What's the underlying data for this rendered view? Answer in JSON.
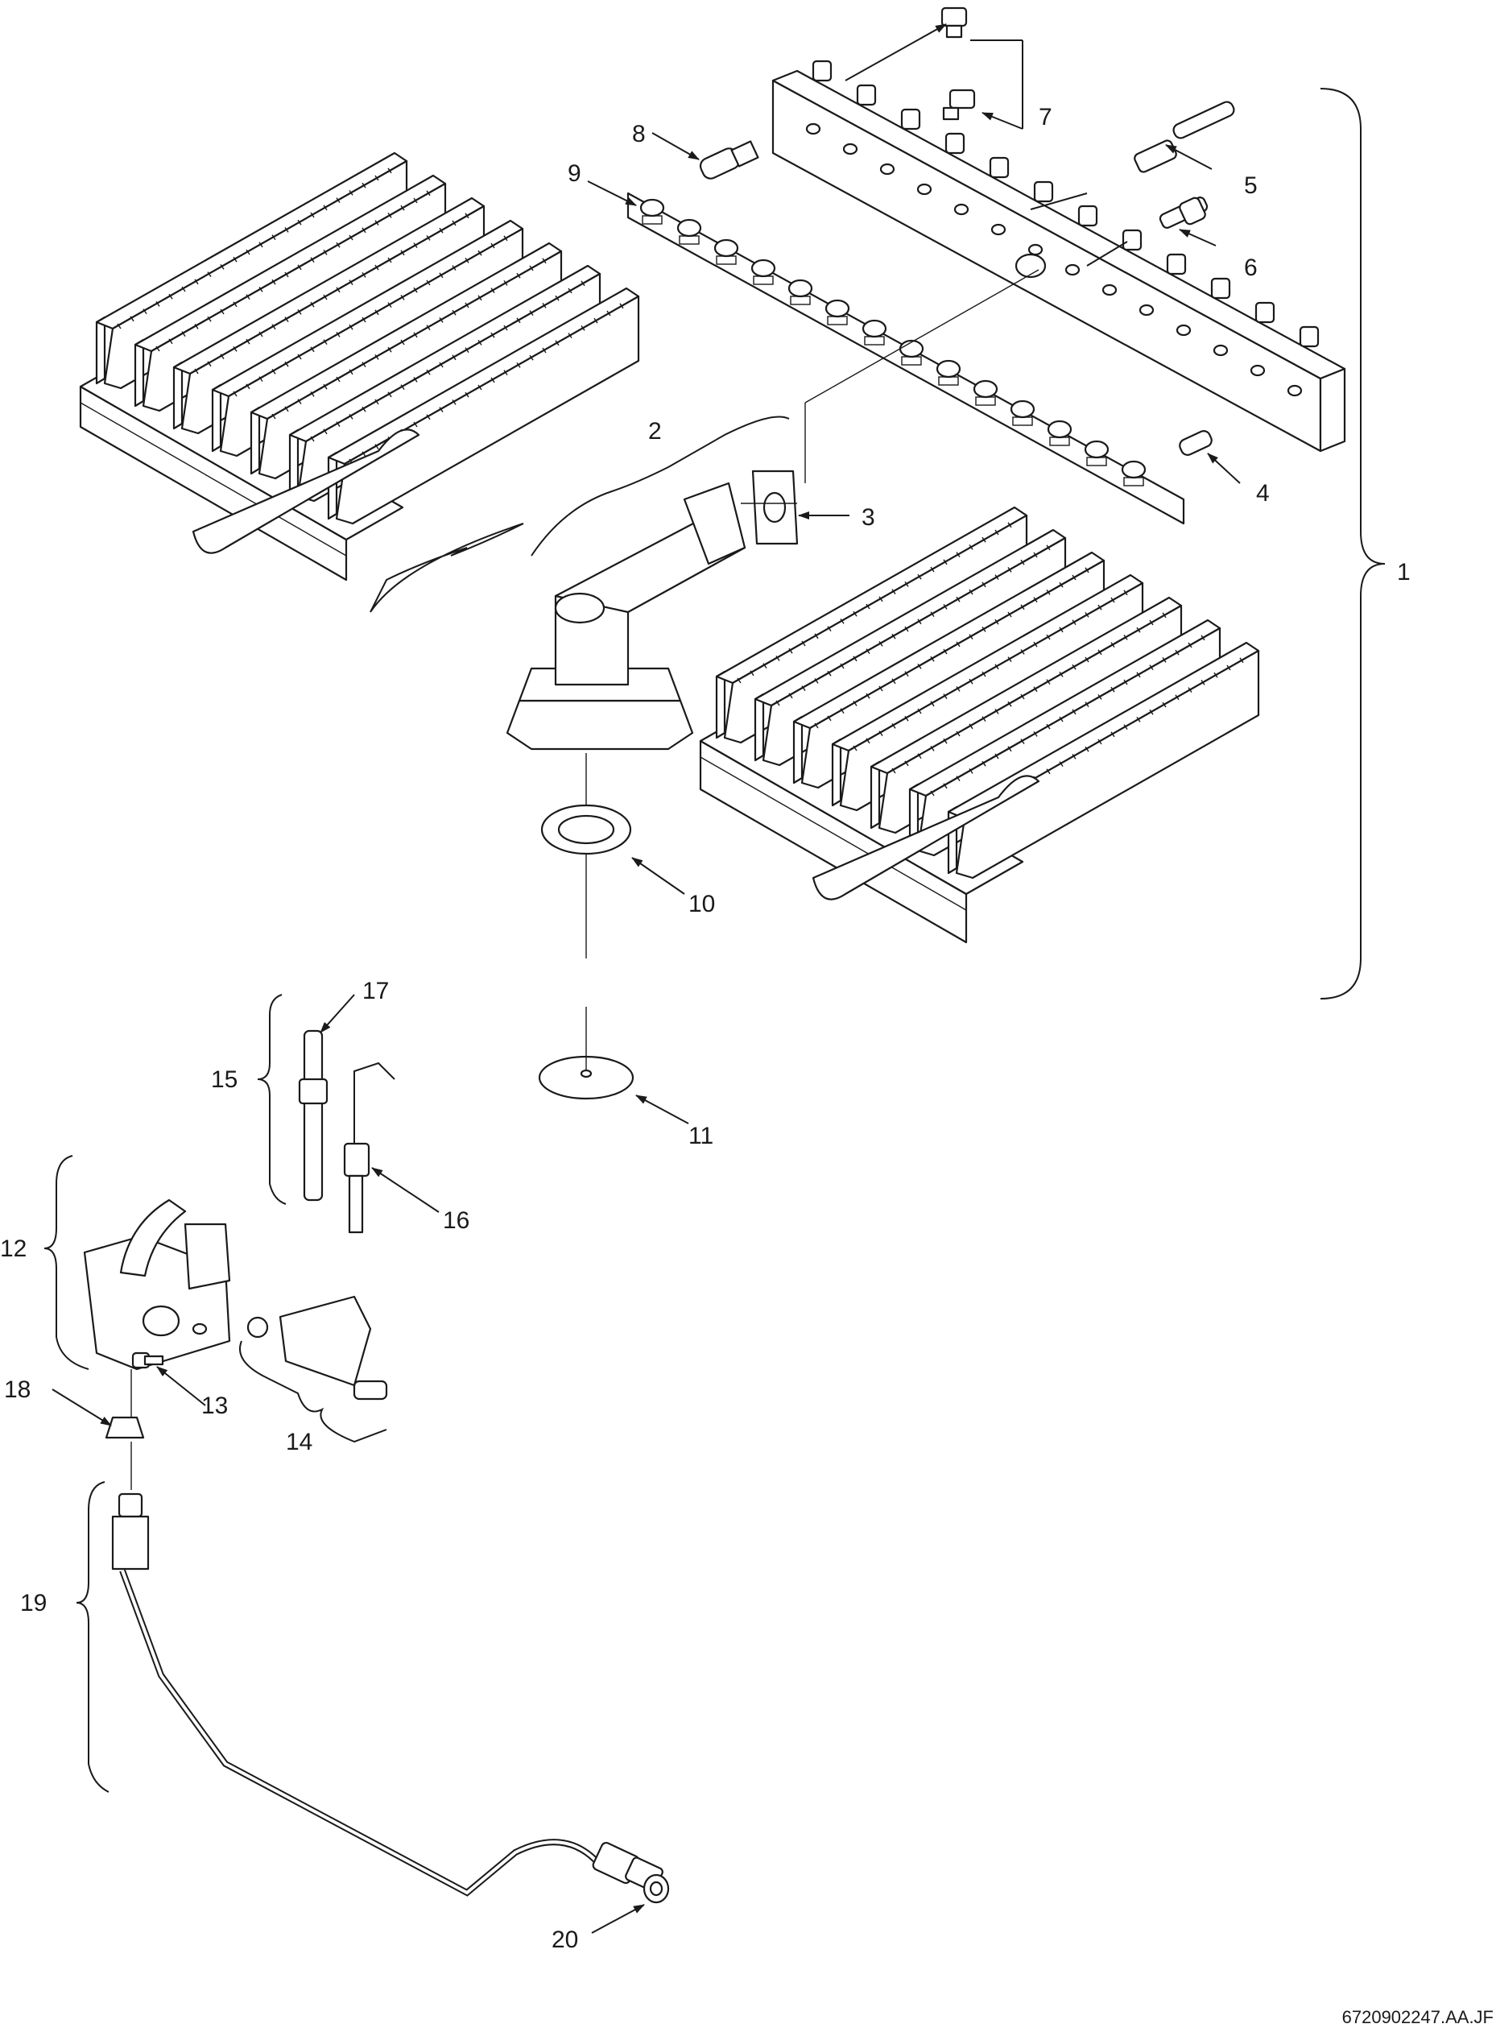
{
  "diagram": {
    "doc_ref": "6720902247.AA.JF",
    "callouts": [
      {
        "id": "1",
        "label": "1"
      },
      {
        "id": "2",
        "label": "2"
      },
      {
        "id": "3",
        "label": "3"
      },
      {
        "id": "4",
        "label": "4"
      },
      {
        "id": "5",
        "label": "5"
      },
      {
        "id": "6",
        "label": "6"
      },
      {
        "id": "7",
        "label": "7"
      },
      {
        "id": "8",
        "label": "8"
      },
      {
        "id": "9",
        "label": "9"
      },
      {
        "id": "10",
        "label": "10"
      },
      {
        "id": "11",
        "label": "11"
      },
      {
        "id": "12",
        "label": "12"
      },
      {
        "id": "13",
        "label": "13"
      },
      {
        "id": "14",
        "label": "14"
      },
      {
        "id": "15",
        "label": "15"
      },
      {
        "id": "16",
        "label": "16"
      },
      {
        "id": "17",
        "label": "17"
      },
      {
        "id": "18",
        "label": "18"
      },
      {
        "id": "19",
        "label": "19"
      },
      {
        "id": "20",
        "label": "20"
      }
    ]
  }
}
